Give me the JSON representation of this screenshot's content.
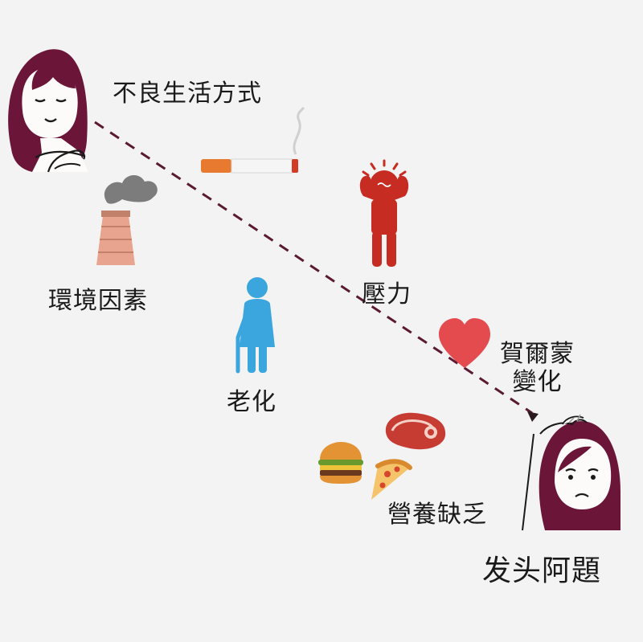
{
  "labels": {
    "lifestyle": "不良生活方式",
    "environment": "環境因素",
    "stress": "壓力",
    "aging": "老化",
    "hormone_line1": "賀爾蒙",
    "hormone_line2": "變化",
    "nutrition": "營養缺乏",
    "hair_problem": "发头阿題"
  },
  "icons": [
    "calm-woman-icon",
    "cigarette-icon",
    "factory-smoke-icon",
    "stressed-person-icon",
    "elderly-woman-icon",
    "heart-icon",
    "steak-icon",
    "burger-icon",
    "pizza-slice-icon",
    "worried-woman-icon"
  ],
  "colors": {
    "background": "#f4f3f3",
    "hair": "#6b1538",
    "line": "#5a1a32",
    "stress_red": "#c62c22",
    "aging_blue": "#3aa6dd",
    "heart": "#e44b4f"
  }
}
